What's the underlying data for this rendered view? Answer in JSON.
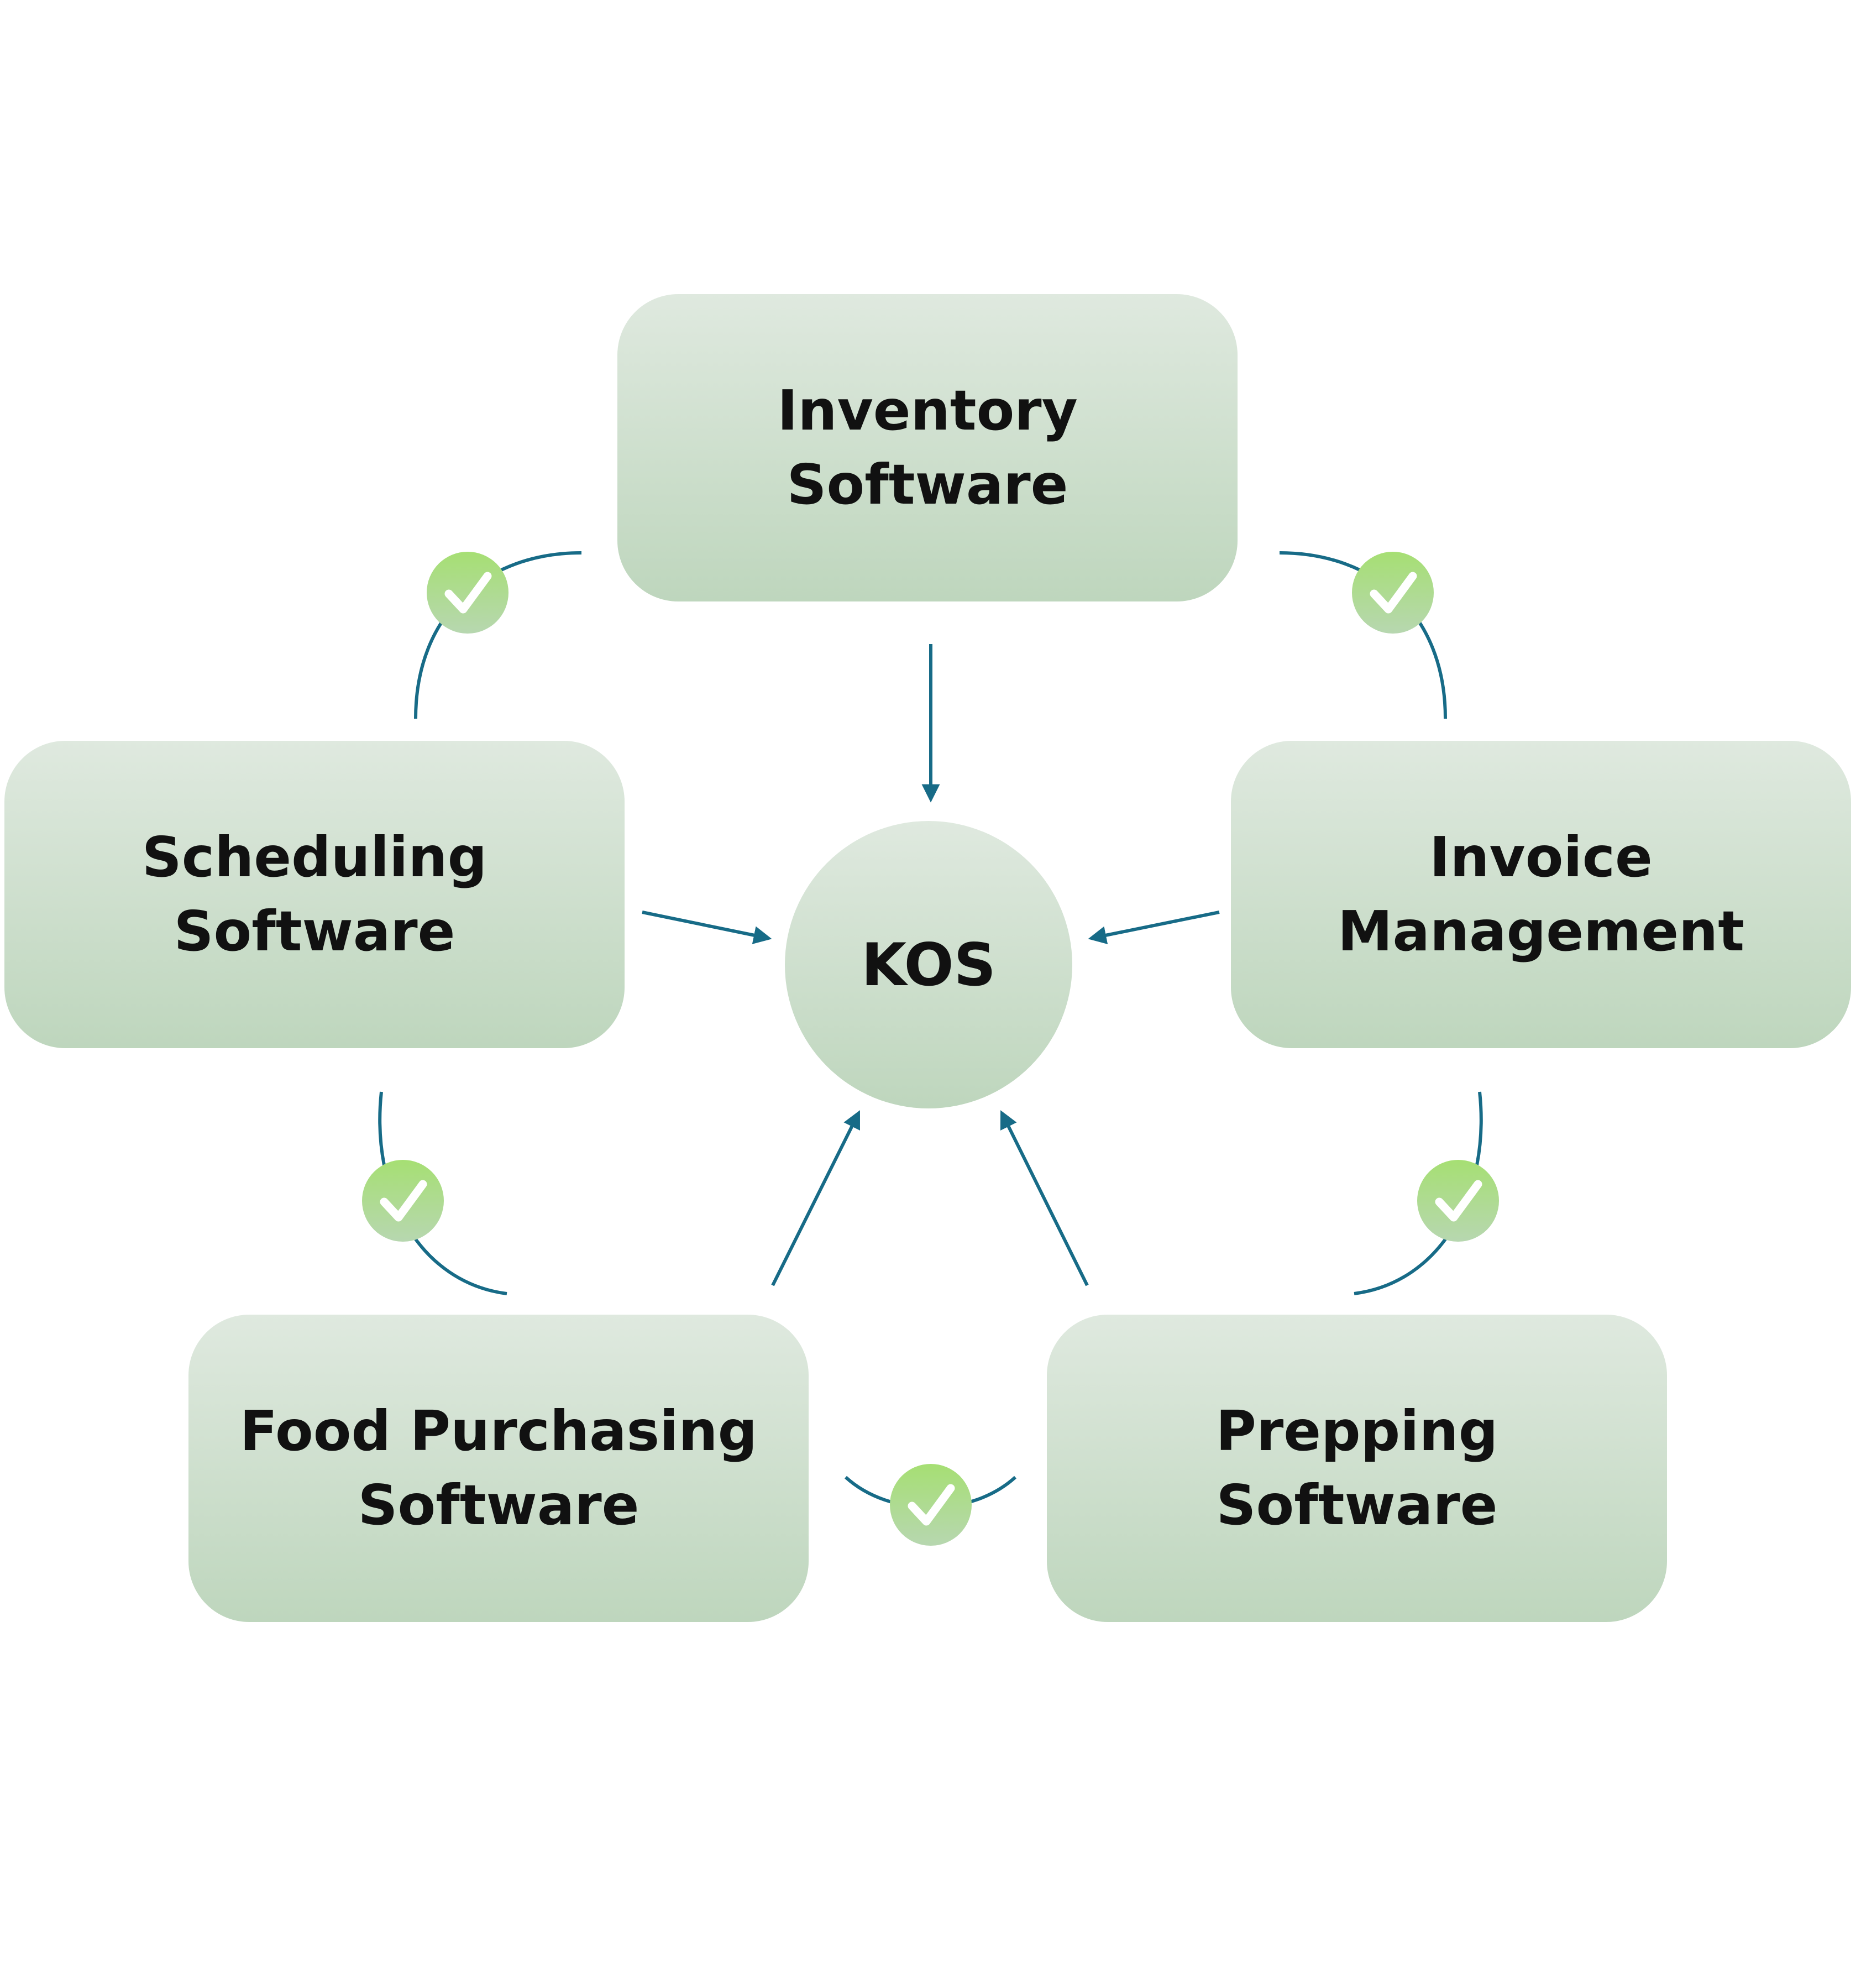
{
  "diagram": {
    "hub": {
      "label": "KOS"
    },
    "nodes": {
      "inventory": {
        "line1": "Inventory",
        "line2": "Software"
      },
      "invoice": {
        "line1": "Invoice",
        "line2": "Management"
      },
      "scheduling": {
        "line1": "Scheduling",
        "line2": "Software"
      },
      "food_purchasing": {
        "line1": "Food Purchasing",
        "line2": "Software"
      },
      "prepping": {
        "line1": "Prepping",
        "line2": "Software"
      }
    },
    "check_badges": [
      {
        "between": [
          "scheduling",
          "inventory"
        ],
        "icon": "checkmark-icon"
      },
      {
        "between": [
          "inventory",
          "invoice"
        ],
        "icon": "checkmark-icon"
      },
      {
        "between": [
          "scheduling",
          "food_purchasing"
        ],
        "icon": "checkmark-icon"
      },
      {
        "between": [
          "invoice",
          "prepping"
        ],
        "icon": "checkmark-icon"
      },
      {
        "between": [
          "food_purchasing",
          "prepping"
        ],
        "icon": "checkmark-icon"
      }
    ],
    "colors": {
      "box_top": "#dfe9df",
      "box_bottom": "#bed6bd",
      "arrow": "#176b87",
      "badge_top": "#a6df73",
      "badge_bottom": "#b7d7b0",
      "text": "#111111"
    }
  }
}
